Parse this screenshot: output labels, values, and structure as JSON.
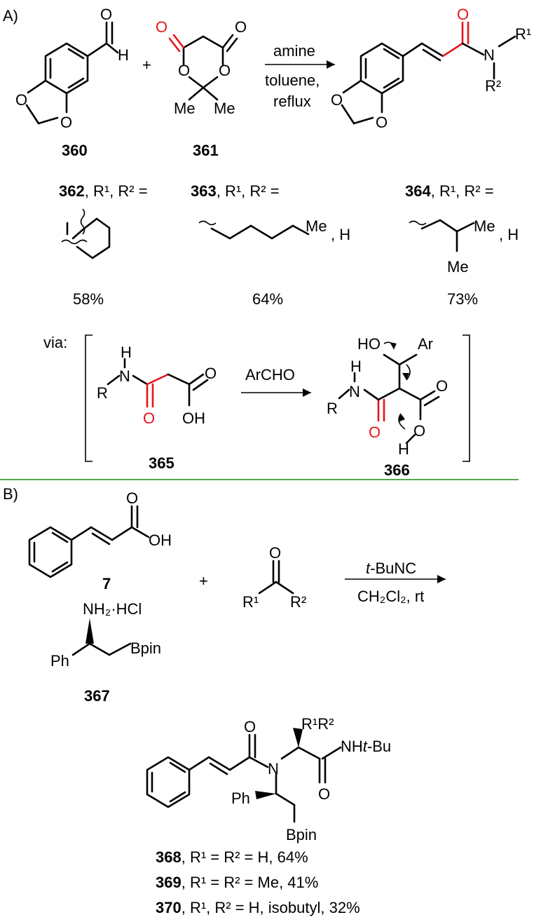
{
  "colors": {
    "heteroatom": "#e8141b",
    "divider": "#1a8a1a",
    "ink": "#000000"
  },
  "partA": {
    "label": "A)",
    "plus": "+",
    "reagent_line1": "amine",
    "reagent_line2": "toluene,",
    "reagent_line3": "reflux",
    "cmpd360": "360",
    "cmpd361": "361",
    "c362": {
      "num": "362",
      "rest": ", R¹, R² =",
      "yield": "58%"
    },
    "c363": {
      "num": "363",
      "rest": ", R¹, R² =",
      "tail": ", H",
      "me": "Me",
      "yield": "64%"
    },
    "c364": {
      "num": "364",
      "rest": ", R¹, R² =",
      "tail": ", H",
      "me1": "Me",
      "me2": "Me",
      "yield": "73%"
    },
    "via": "via:",
    "arrow_reagent": "ArCHO",
    "cmpd365": "365",
    "cmpd366": "366",
    "atoms": {
      "O": "O",
      "H": "H",
      "N": "N",
      "R": "R",
      "OH": "OH",
      "HO": "HO",
      "Ar": "Ar",
      "Me": "Me",
      "R1": "R¹",
      "R2": "R²"
    }
  },
  "partB": {
    "label": "B)",
    "plus": "+",
    "reagent_line1_italic": "t",
    "reagent_line1": "-BuNC",
    "reagent_line2": "CH₂Cl₂, rt",
    "cmpd7": "7",
    "cmpd367": "367",
    "amine_salt": "NH₂·HCl",
    "ph": "Ph",
    "bpin": "Bpin",
    "oh": "OH",
    "o": "O",
    "r1": "R¹",
    "r2": "R²",
    "n": "N",
    "r1r2": "R¹R²",
    "nhtbu_pre": "NH",
    "nhtbu_italic": "t",
    "nhtbu_post": "-Bu",
    "products": [
      {
        "num": "368",
        "text": ", R¹ = R² = H, 64%"
      },
      {
        "num": "369",
        "text": ", R¹ = R² = Me, 41%"
      },
      {
        "num": "370",
        "text": ", R¹, R² = H, isobutyl, 32%"
      }
    ]
  }
}
